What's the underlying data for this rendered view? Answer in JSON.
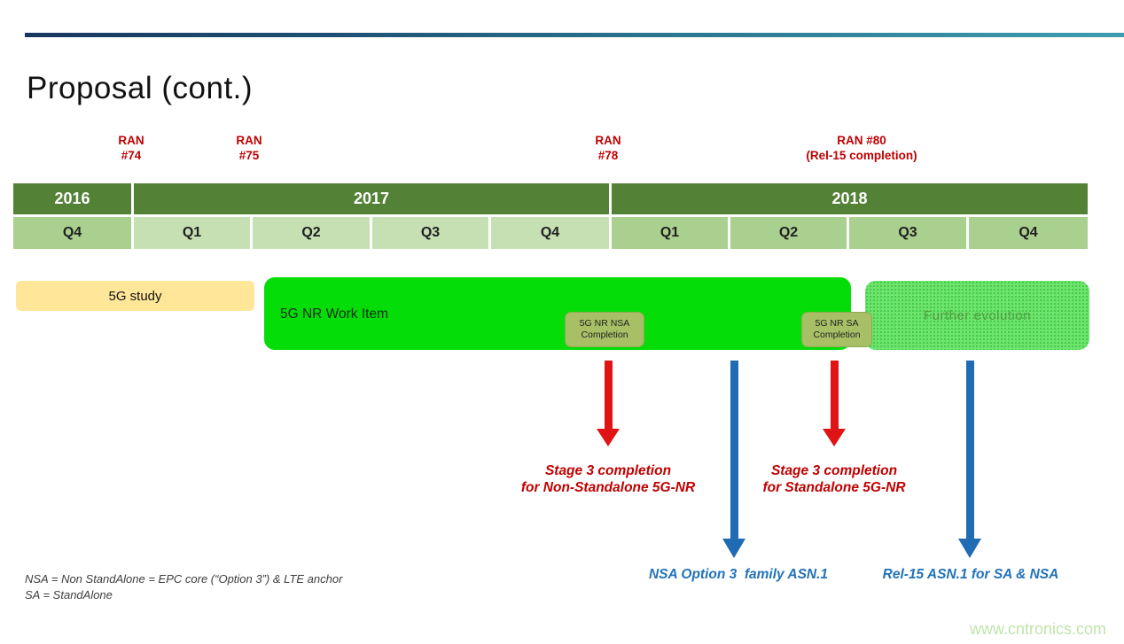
{
  "slide": {
    "title": "Proposal (cont.)",
    "watermark": "www.cntronics.com"
  },
  "colors": {
    "year_header": "#538135",
    "quarter_medium": "#a9d08e",
    "quarter_light": "#c6e0b4",
    "study_bar": "#ffe699",
    "work_item_bar": "#05dd08",
    "milestone_box": "#a7c065",
    "red_accent": "#c00000",
    "red_arrow": "#e01414",
    "blue_accent": "#2272b8",
    "top_rule_left": "#17375e",
    "top_rule_right": "#3e9cb0"
  },
  "ran_labels": [
    {
      "line1": "RAN",
      "line2": "#74"
    },
    {
      "line1": "RAN",
      "line2": "#75"
    },
    {
      "line1": "RAN",
      "line2": "#78"
    },
    {
      "line1": "RAN #80",
      "line2": "(Rel-15 completion)"
    }
  ],
  "timeline": {
    "years": [
      "2016",
      "2017",
      "2018"
    ],
    "quarters": [
      "Q4",
      "Q1",
      "Q2",
      "Q3",
      "Q4",
      "Q1",
      "Q2",
      "Q3",
      "Q4"
    ]
  },
  "bars": {
    "study": {
      "label": "5G study"
    },
    "work_item": {
      "label": "5G NR Work Item"
    },
    "milestone_nsa": {
      "line1": "5G NR NSA",
      "line2": "Completion"
    },
    "milestone_sa": {
      "line1": "5G NR SA",
      "line2": "Completion"
    },
    "further": {
      "label": "Further evolution"
    }
  },
  "annotations": {
    "red_note_nsa": {
      "line1": "Stage 3 completion",
      "line2": "for Non-Standalone 5G-NR"
    },
    "red_note_sa": {
      "line1": "Stage 3 completion",
      "line2": "for Standalone 5G-NR"
    },
    "blue_note_nsa": "NSA Option 3  family ASN.1",
    "blue_note_sa": "Rel-15 ASN.1 for SA & NSA"
  },
  "footnote": {
    "line1": "NSA = Non StandAlone = EPC core (“Option 3”) & LTE anchor",
    "line2": "SA = StandAlone"
  }
}
